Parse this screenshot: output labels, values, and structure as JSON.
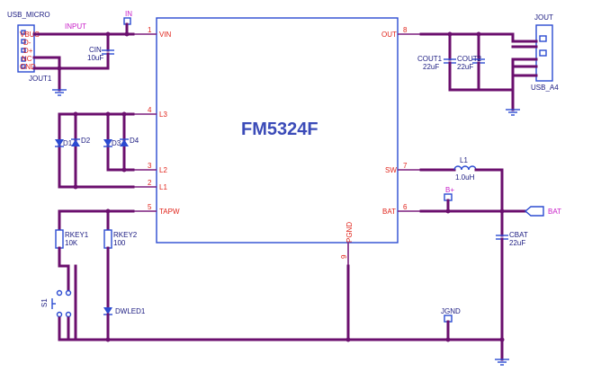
{
  "chip": {
    "name": "FM5324F",
    "pin_left_names": [
      "VIN",
      "L3",
      "L2",
      "L1",
      "TAPW"
    ],
    "pin_left_nums": [
      "1",
      "4",
      "3",
      "2",
      "5"
    ],
    "pin_right_names": [
      "OUT",
      "SW",
      "BAT"
    ],
    "pin_right_nums": [
      "8",
      "7",
      "6"
    ],
    "pgnd_name": "PGND",
    "pgnd_num": "9"
  },
  "usb": {
    "ref": "USB_MICRO",
    "name": "JOUT1",
    "pins": [
      "VBUS",
      "D-",
      "D+",
      "NC",
      "GND"
    ]
  },
  "nets": {
    "input": "INPUT",
    "in": "IN",
    "bat": "BAT",
    "bplus": "B+",
    "jgnd": "JGND"
  },
  "cin": {
    "ref": "CIN",
    "value": "10uF"
  },
  "cout1": {
    "ref": "COUT1",
    "value": "22uF"
  },
  "cout2": {
    "ref": "COUT2",
    "value": "22uF"
  },
  "jout": {
    "ref": "JOUT",
    "name": "USB_A4"
  },
  "leds": {
    "d1": "D1",
    "d2": "D2",
    "d3": "D3",
    "d4": "D4"
  },
  "l1": {
    "ref": "L1",
    "value": "1.0uH"
  },
  "cbat": {
    "ref": "CBAT",
    "value": "22uF"
  },
  "rkey1": {
    "ref": "RKEY1",
    "value": "10K"
  },
  "rkey2": {
    "ref": "RKEY2",
    "value": "100"
  },
  "s1": {
    "ref": "S1"
  },
  "dwled": {
    "ref": "DWLED1"
  }
}
